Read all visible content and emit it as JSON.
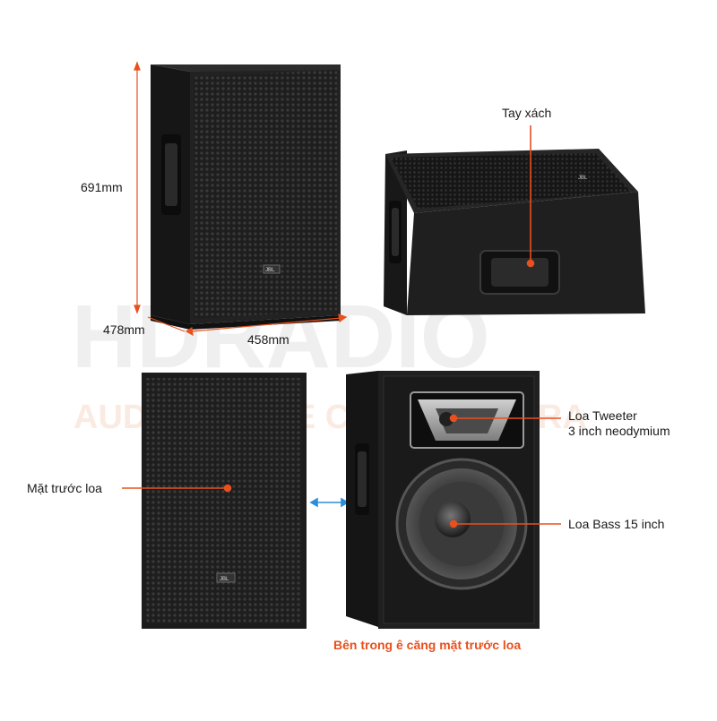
{
  "watermark": {
    "brand": "HDRADIO",
    "tagline": "AUDIO - HOME CINEMA - KARA"
  },
  "dimensions": {
    "height": "691mm",
    "depth": "478mm",
    "width": "458mm"
  },
  "callouts": {
    "handle": "Tay xách",
    "front": "Mặt trước loa",
    "tweeter_line1": "Loa Tweeter",
    "tweeter_line2": "3 inch neodymium",
    "bass": "Loa Bass 15 inch"
  },
  "caption": "Bên trong ê căng mặt trước loa",
  "logo": "JBL",
  "colors": {
    "accent": "#e8501e",
    "arrow": "#2a8fd8",
    "cabinet": "#1c1c1c",
    "grille": "#2b2b2b"
  }
}
